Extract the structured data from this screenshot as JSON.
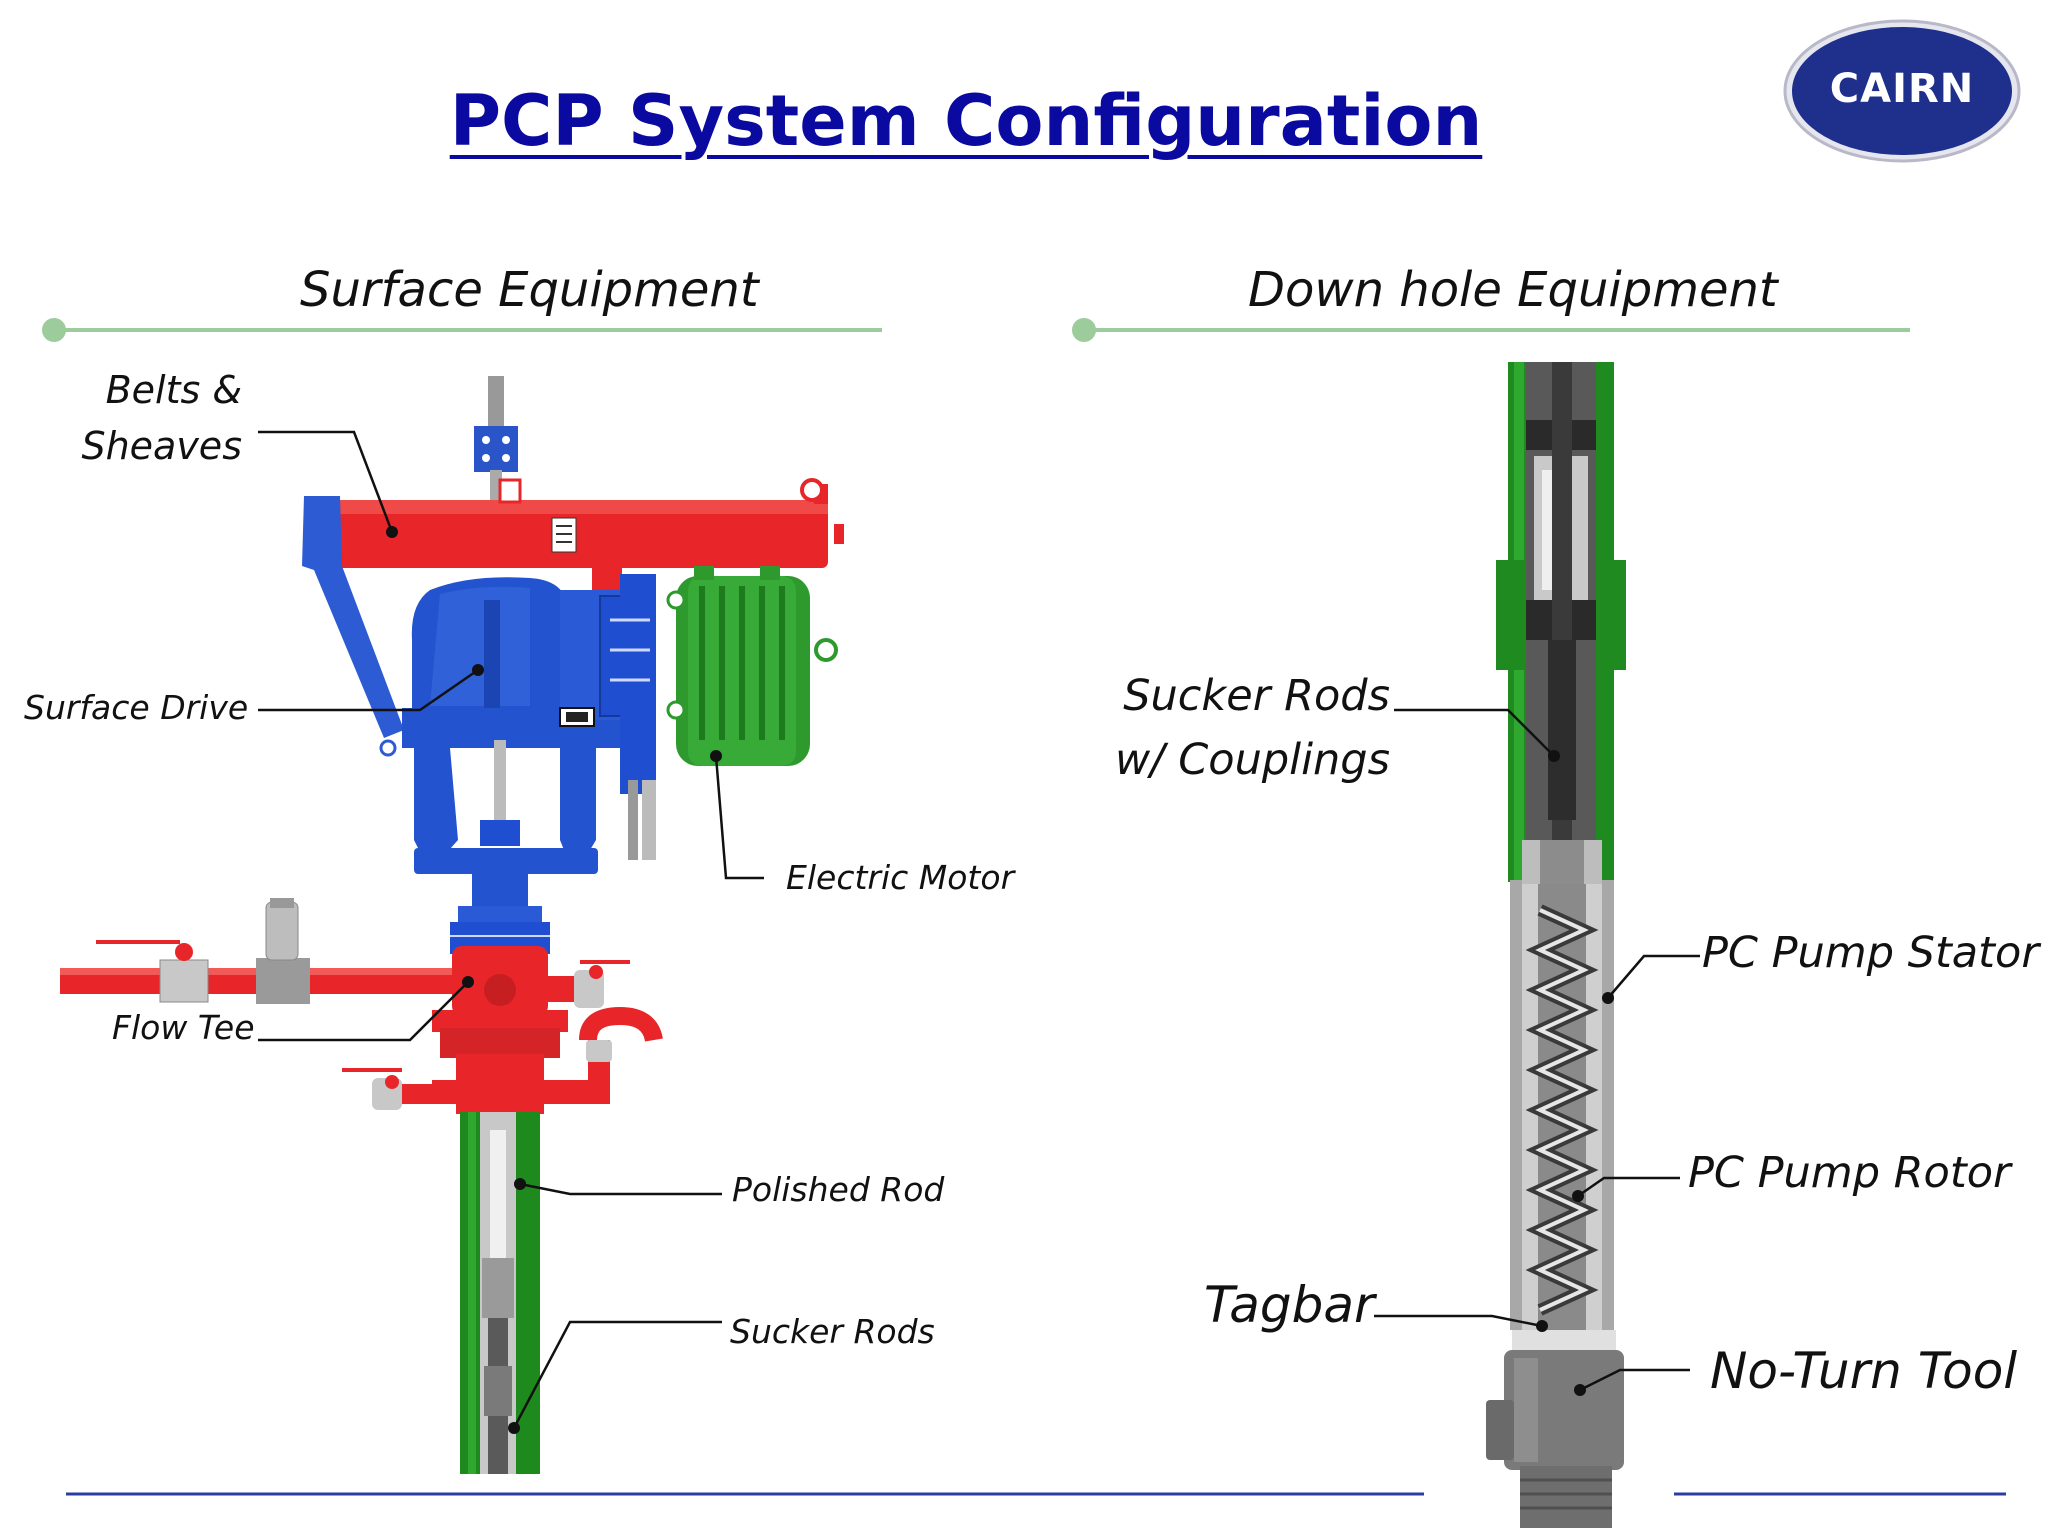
{
  "title": "PCP System Configuration",
  "logo": {
    "text": "CAIRN"
  },
  "sections": {
    "surface": "Surface Equipment",
    "downhole": "Down hole Equipment"
  },
  "labels": {
    "belts_line1": "Belts &",
    "belts_line2": "Sheaves",
    "surface_drive": "Surface Drive",
    "electric_motor": "Electric Motor",
    "flow_tee": "Flow Tee",
    "polished_rod": "Polished Rod",
    "sucker_rods_surface": "Sucker Rods",
    "sucker_rods_line1": "Sucker Rods",
    "sucker_rods_line2": "w/ Couplings",
    "pc_pump_stator": "PC Pump Stator",
    "pc_pump_rotor": "PC Pump Rotor",
    "tagbar": "Tagbar",
    "no_turn_tool": "No-Turn Tool"
  },
  "colors": {
    "title": "#0a0aa0",
    "section_rule": "#9ccc9c",
    "bottom_rule": "#2b3ea0",
    "frame_red": "#e8262a",
    "drive_blue": "#1f4fd0",
    "motor_green": "#2e9a2e",
    "casing_green": "#1f8a1f",
    "logo_blue": "#1e2f8c"
  }
}
